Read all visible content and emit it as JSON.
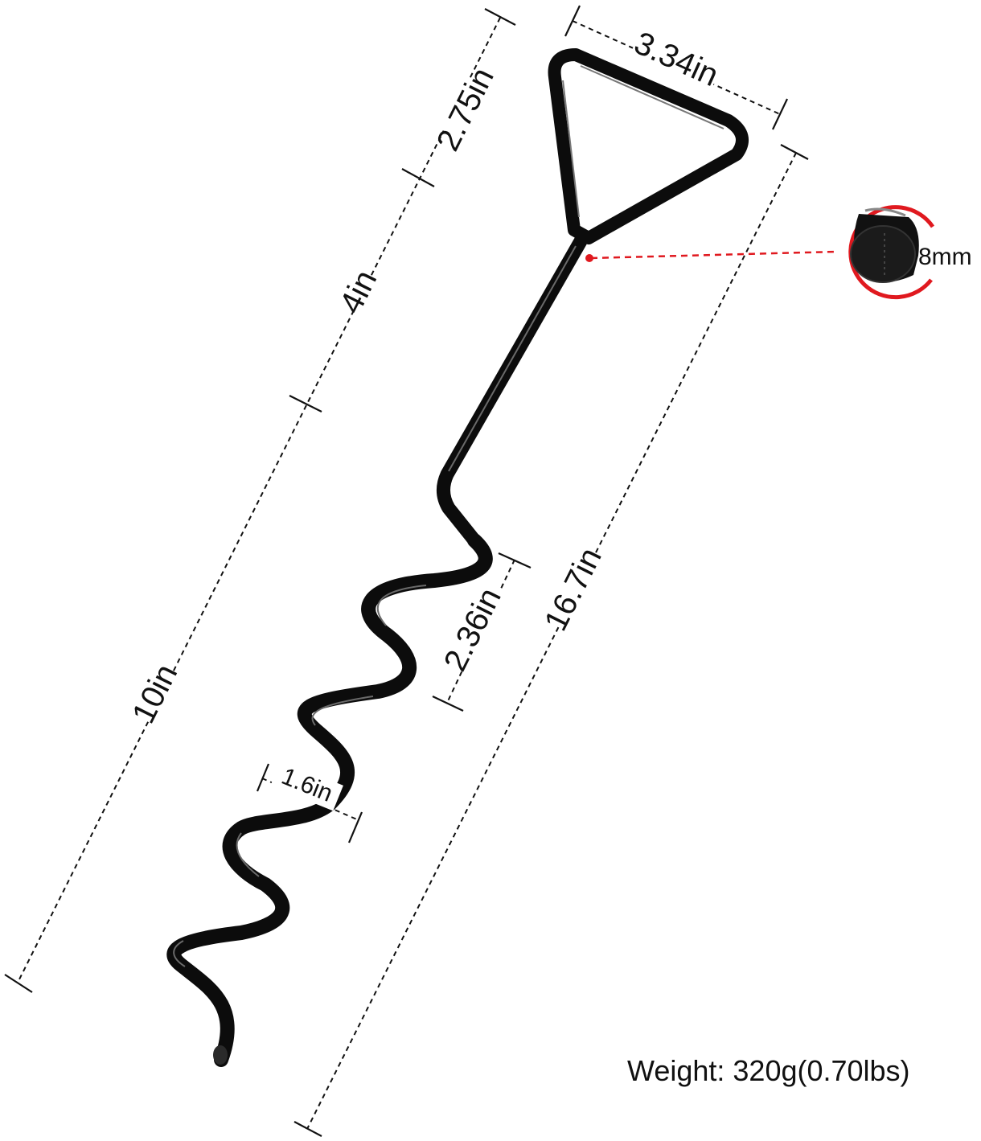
{
  "dimensions": {
    "handle_length": "2.75in",
    "shaft_length": "4in",
    "spiral_length": "10in",
    "handle_width": "3.34in",
    "total_length": "16.7in",
    "coil_pitch": "2.36in",
    "coil_diameter": "1.6in",
    "rod_diameter": "8mm"
  },
  "weight_text": "Weight: 320g(0.70lbs)",
  "colors": {
    "stake": "#0c0c0c",
    "stake_highlight": "#6a6a6a",
    "callout": "#e0191f",
    "dimension_line": "#111111"
  }
}
